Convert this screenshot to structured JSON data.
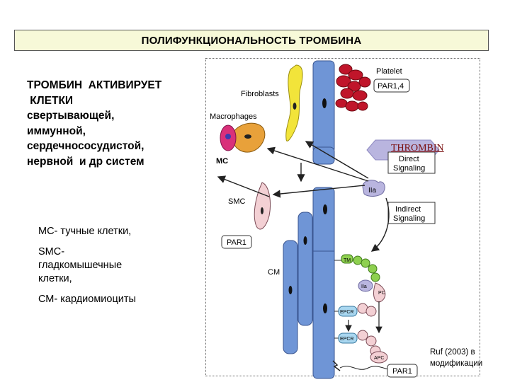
{
  "title": "ПОЛИФУНКЦИОНАЛЬНОСТЬ ТРОМБИНА",
  "lead_lines": [
    "ТРОМБИН  АКТИВИРУЕТ",
    " КЛЕТКИ",
    "свертывающей,",
    "иммунной,",
    "сердечнососудистой,",
    "нервной  и др систем"
  ],
  "legend": {
    "mc": "МС- тучные клетки,",
    "smc_1": "SMC-",
    "smc_2": "гладкомышечные",
    "smc_3": "клетки,",
    "cm": "СМ- кардиомиоциты"
  },
  "credit": {
    "line1": "Ruf (2003) в",
    "line2": "модификации"
  },
  "figure_labels": {
    "platelet": "Platelet",
    "par14": "PAR1,4",
    "fibroblasts": "Fibroblasts",
    "macrophages": "Macrophages",
    "mc": "MC",
    "thrombin": "THROMBIN",
    "direct": "Direct",
    "signaling": "Signaling",
    "iia": "IIa",
    "indirect": "Indirect",
    "smc": "SMC",
    "par1": "PAR1",
    "cm": "CM",
    "tm": "TM",
    "pc": "PC",
    "epcr": "EPCR",
    "apc": "APC"
  },
  "colors": {
    "vessel": "#6f95d6",
    "platelet": "#c0152a",
    "fibroblast": "#f2e43a",
    "macrophage": "#e8a13a",
    "smc": "#f3d0d4",
    "receptor": "#d9b7c8",
    "tm": "#8ed04f",
    "thrombin_badge": "#b9b5df"
  },
  "icons": {
    "arrows": "arrow-icon",
    "flash": "lightning-icon"
  }
}
